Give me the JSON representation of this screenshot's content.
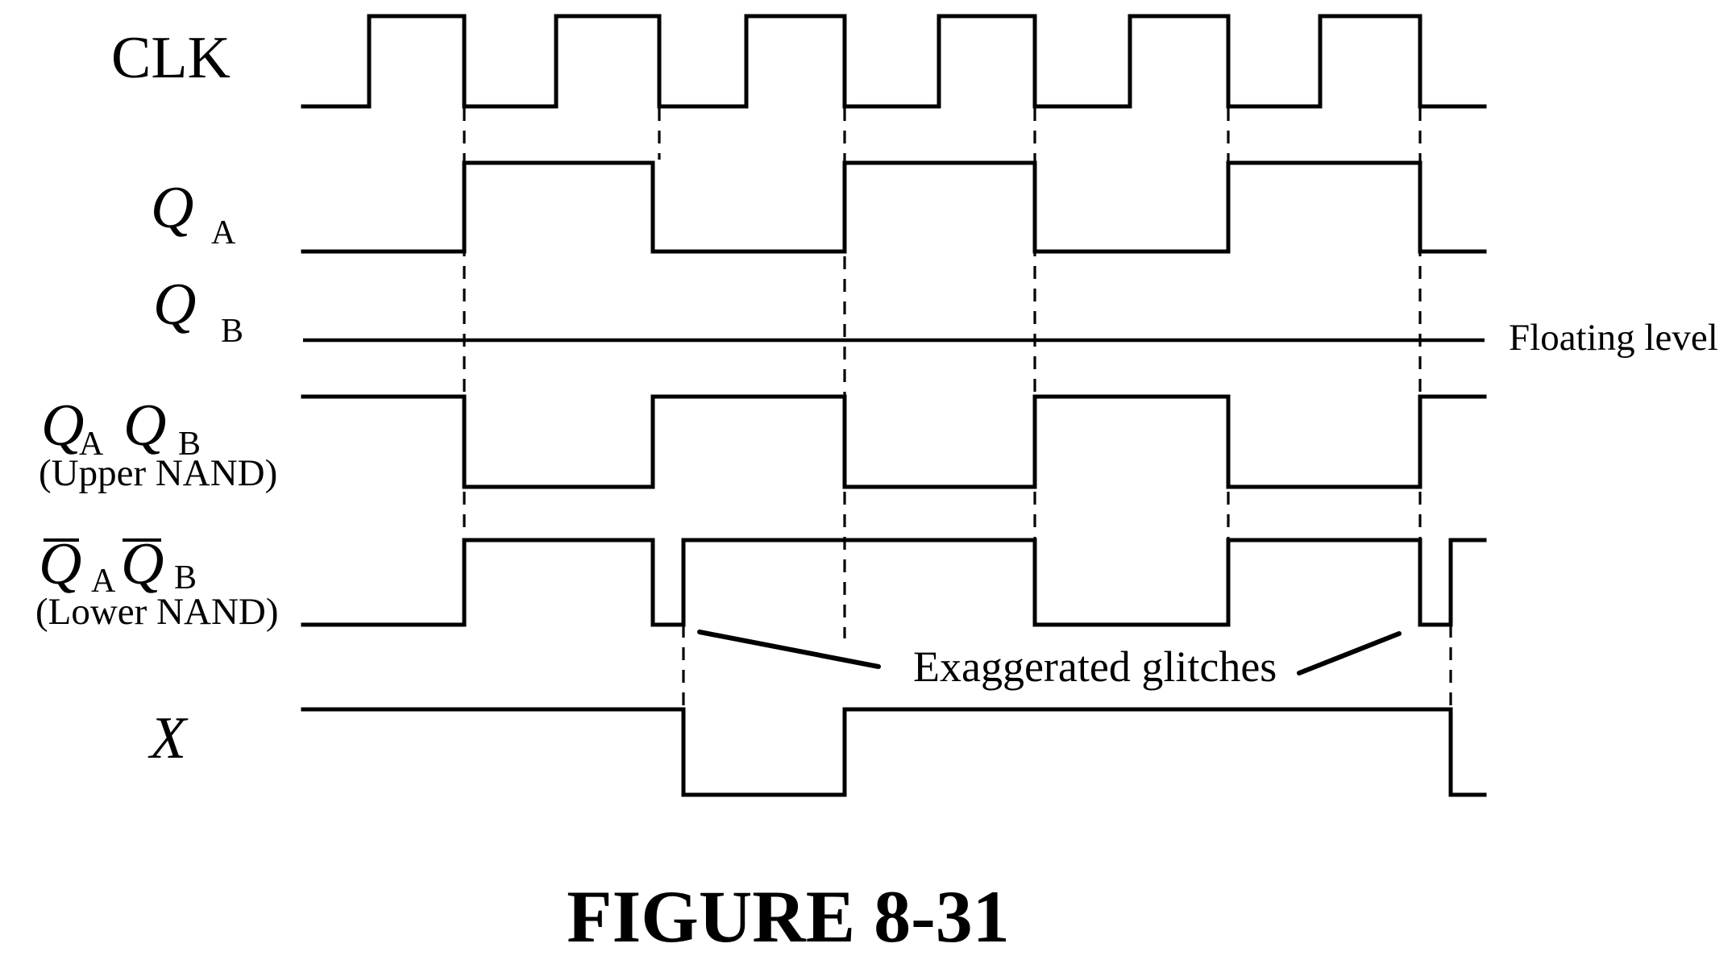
{
  "signals": {
    "clk": {
      "label": "CLK"
    },
    "qa": {
      "label": "Q",
      "sub": "A"
    },
    "qb": {
      "label": "Q",
      "sub": "B"
    },
    "qaqb": {
      "label1": "Q",
      "sub1": "A",
      "label2": "Q",
      "sub2": "B",
      "caption": "(Upper NAND)"
    },
    "nqanqb": {
      "label1": "Q",
      "sub1": "A",
      "label2": "Q",
      "sub2": "B",
      "caption": "(Lower NAND)"
    },
    "x": {
      "label": "X"
    }
  },
  "annotations": {
    "floating": "Floating level",
    "glitches": "Exaggerated glitches"
  },
  "figure_title": "FIGURE 8-31",
  "colors": {
    "ink": "#000000",
    "background": "#ffffff"
  }
}
